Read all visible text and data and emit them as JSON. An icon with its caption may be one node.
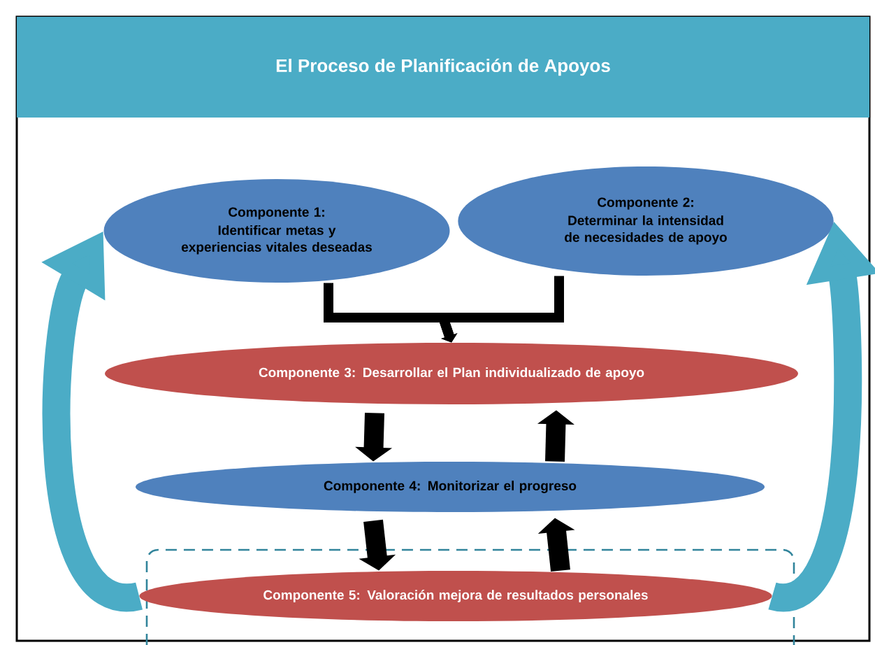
{
  "diagram": {
    "title": "El Proceso de Planificación de Apoyos",
    "nodes": [
      {
        "text": [
          "Componente 1:",
          "Identificar metas y experiencias vitales deseadas"
        ]
      },
      {
        "text": [
          "Componente 2:",
          "Determinar la intensidad de necesidades de apoyo"
        ]
      },
      {
        "text": [
          "Componente 3: Desarrollar el Plan individualizado de apoyo"
        ]
      },
      {
        "text": [
          "Componente 4: Monitorizar el progreso"
        ]
      },
      {
        "text": [
          "Componente 5: Valoración mejora de resultados personales"
        ]
      }
    ],
    "edges": [
      {
        "from": 0,
        "to": 2,
        "arrow": "to"
      },
      {
        "from": 1,
        "to": 2,
        "arrow": "to"
      },
      {
        "from": 2,
        "to": 3,
        "arrow": "to"
      },
      {
        "from": 3,
        "to": 2,
        "arrow": "to"
      },
      {
        "from": 3,
        "to": 4,
        "arrow": "to"
      },
      {
        "from": 4,
        "to": 3,
        "arrow": "to"
      },
      {
        "from": 4,
        "to": 0,
        "arrow": "to",
        "color": "#4bacc6"
      },
      {
        "from": 4,
        "to": 1,
        "arrow": "to",
        "color": "#4bacc6"
      }
    ]
  }
}
